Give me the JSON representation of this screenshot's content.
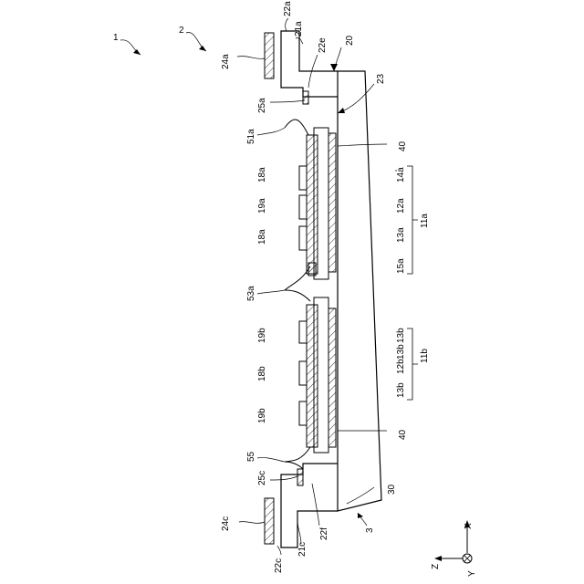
{
  "labels": {
    "l1": "1",
    "l2": "2",
    "l3": "3",
    "l20": "20",
    "l21a": "21a",
    "l21c": "21c",
    "l22a": "22a",
    "l22c": "22c",
    "l22e": "22e",
    "l22f": "22f",
    "l23": "23",
    "l24a": "24a",
    "l24c": "24c",
    "l25a": "25a",
    "l25c": "25c",
    "l30": "30",
    "l40a": "40",
    "l40b": "40",
    "l51a": "51a",
    "l53a": "53a",
    "l55": "55",
    "l18a_top": "18a",
    "l19a": "19a",
    "l18a_bot": "18a",
    "l19b_top": "19b",
    "l18b": "18b",
    "l19b_bot": "19b",
    "l14a": "14a",
    "l12a": "12a",
    "l13a": "13a",
    "l15a": "15a",
    "l11a": "11a",
    "l13b_top": "13b",
    "l13b_top2": "13b",
    "l12b": "12b",
    "l13b_bot": "13b",
    "l11b": "11b"
  },
  "axes": {
    "x": "X",
    "y": "Y",
    "z": "Z"
  }
}
